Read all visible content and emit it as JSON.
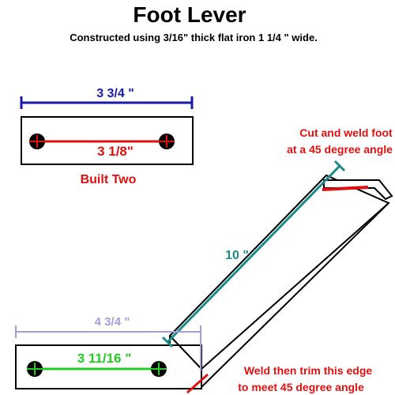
{
  "title": "Foot Lever",
  "subtitle": "Constructed using 3/16\" thick flat iron 1 1/4 \" wide.",
  "top_piece": {
    "length_label": "3 3/4 \"",
    "hole_spacing_label": "3 1/8\"",
    "note": "Built Two"
  },
  "lever": {
    "length_label": "10 \"",
    "base_length_label": "4 3/4 \"",
    "base_hole_spacing_label": "3 11/16 \"",
    "foot_note_line1": "Cut and weld foot",
    "foot_note_line2": "at a 45 degree angle",
    "edge_note_line1": "Weld then trim this edge",
    "edge_note_line2": "to meet 45 degree angle"
  },
  "colors": {
    "title": "#000000",
    "dim_top": "#1a1aa8",
    "hole_line_top": "#e01010",
    "note_red": "#e01010",
    "dim_teal": "#1a8a8a",
    "dim_lavender": "#a79bdc",
    "hole_line_base": "#22cc22",
    "hole_fill": "#000000"
  }
}
